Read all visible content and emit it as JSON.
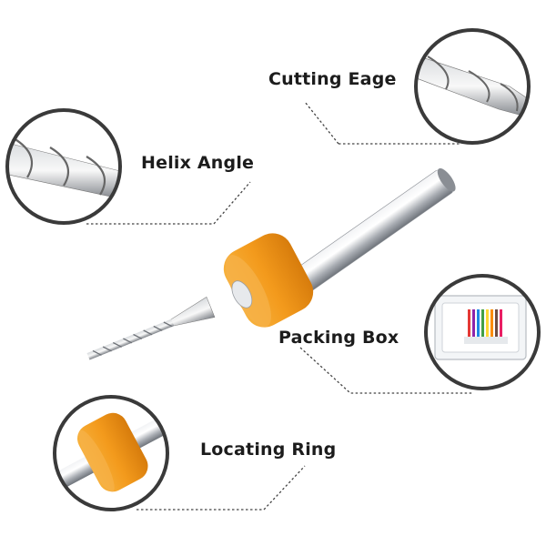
{
  "callouts": {
    "cutting_edge": "Cutting Eage",
    "helix_angle": "Helix Angle",
    "packing_box": "Packing Box",
    "locating_ring": "Locating Ring"
  },
  "colors": {
    "ring_orange": "#f39a1c",
    "circle_border": "#3a3a3a",
    "steel": "#c9ccd0"
  },
  "icons": [
    "drill-bit-illustration",
    "cutting-edge-detail",
    "helix-angle-detail",
    "packing-box-detail",
    "locating-ring-detail"
  ]
}
